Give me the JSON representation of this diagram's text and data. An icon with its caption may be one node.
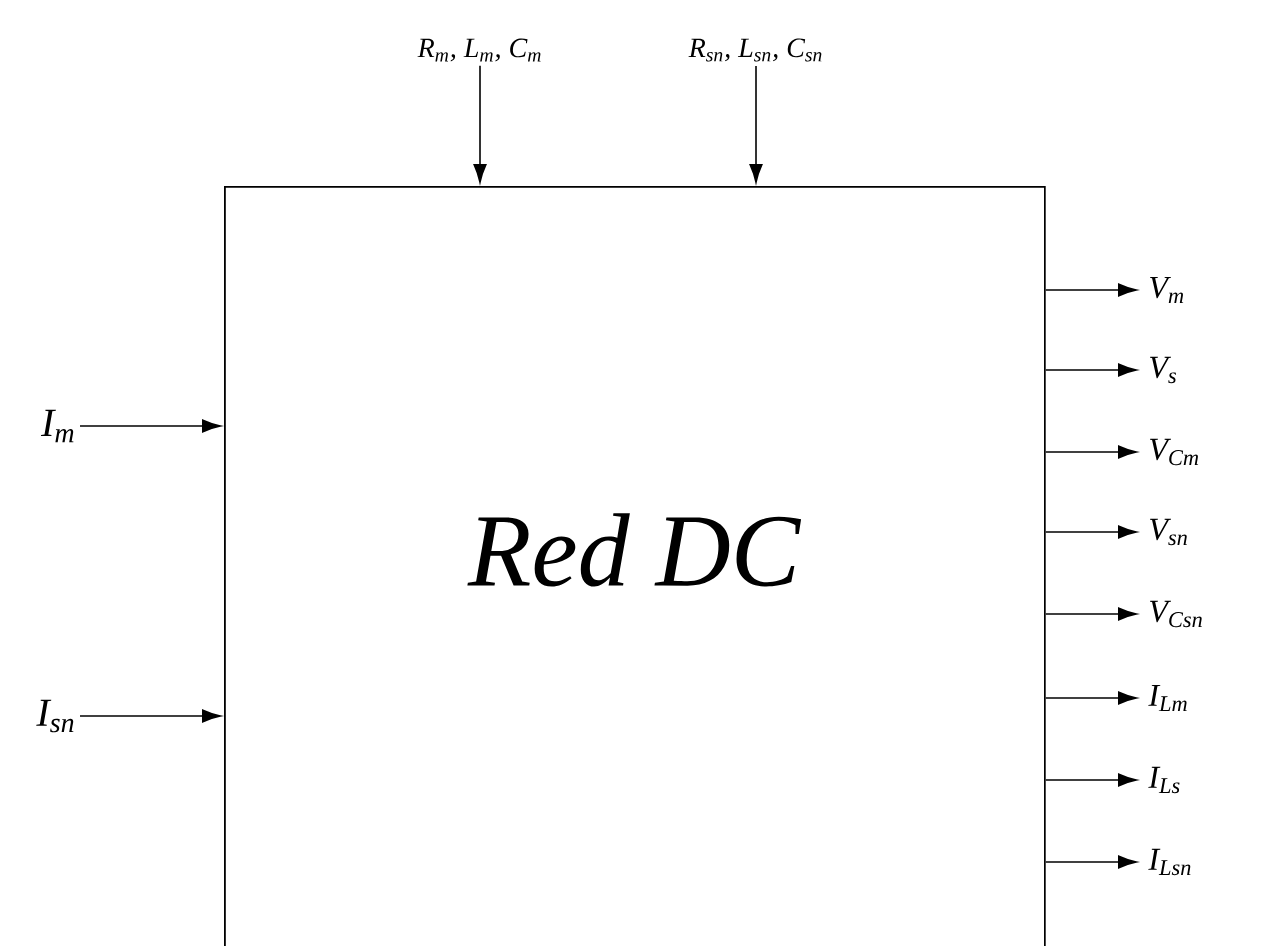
{
  "diagram": {
    "nodes": [
      {
        "text": [
          "Red DC"
        ]
      },
      {
        "text": [
          "R$_{m}$, L$_{m}$, C$_{m}$"
        ]
      },
      {
        "text": [
          "R$_{sn}$, L$_{sn}$, C$_{sn}$"
        ]
      },
      {
        "text": [
          "I$_{m}$"
        ]
      },
      {
        "text": [
          "I$_{sn}$"
        ]
      },
      {
        "text": [
          "V$_{m}$"
        ]
      },
      {
        "text": [
          "V$_{s}$"
        ]
      },
      {
        "text": [
          "V$_{Cm}$"
        ]
      },
      {
        "text": [
          "V$_{sn}$"
        ]
      },
      {
        "text": [
          "V$_{Csn}$"
        ]
      },
      {
        "text": [
          "I$_{Lm}$"
        ]
      },
      {
        "text": [
          "I$_{Ls}$"
        ]
      },
      {
        "text": [
          "I$_{Lsn}$"
        ]
      }
    ],
    "edges": [
      {
        "from": 1,
        "to": 0,
        "arrow": "to"
      },
      {
        "from": 2,
        "to": 0,
        "arrow": "to"
      },
      {
        "from": 3,
        "to": 0,
        "arrow": "to"
      },
      {
        "from": 4,
        "to": 0,
        "arrow": "to"
      },
      {
        "from": 0,
        "to": 5,
        "arrow": "to"
      },
      {
        "from": 0,
        "to": 6,
        "arrow": "to"
      },
      {
        "from": 0,
        "to": 7,
        "arrow": "to"
      },
      {
        "from": 0,
        "to": 8,
        "arrow": "to"
      },
      {
        "from": 0,
        "to": 9,
        "arrow": "to"
      },
      {
        "from": 0,
        "to": 10,
        "arrow": "to"
      },
      {
        "from": 0,
        "to": 11,
        "arrow": "to"
      },
      {
        "from": 0,
        "to": 12,
        "arrow": "to"
      }
    ]
  }
}
